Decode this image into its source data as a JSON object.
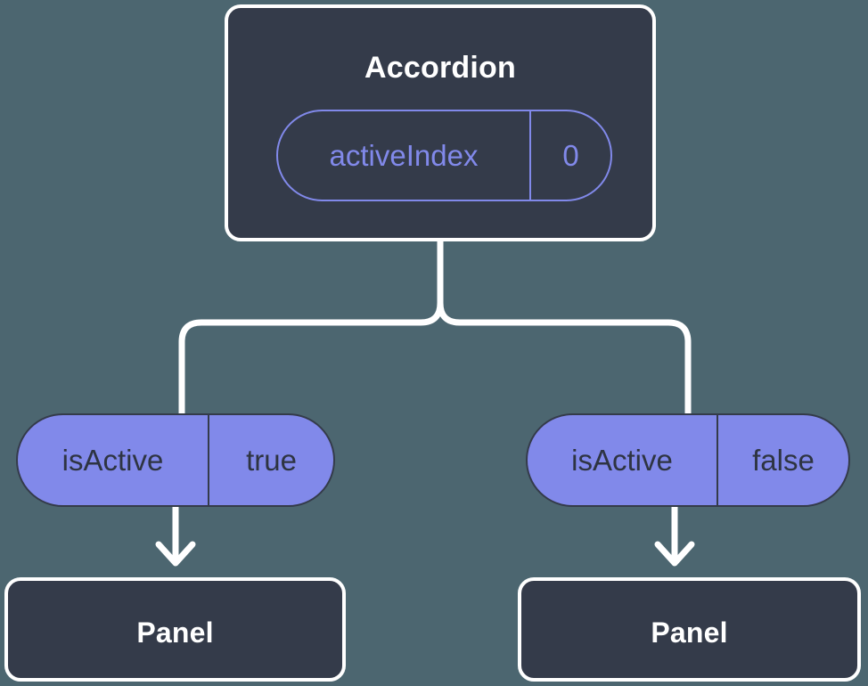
{
  "diagram": {
    "type": "component-state-flow",
    "background_color": "#4c6670",
    "node_fill_color": "#343b4a",
    "node_border_color": "#ffffff",
    "accent_color": "#8189ea",
    "connector_color": "#ffffff"
  },
  "root": {
    "title": "Accordion",
    "state_chip": {
      "key": "activeIndex",
      "value": "0"
    }
  },
  "branches": [
    {
      "id": "left",
      "prop_chip": {
        "key": "isActive",
        "value": "true"
      },
      "panel": {
        "title": "Panel"
      }
    },
    {
      "id": "right",
      "prop_chip": {
        "key": "isActive",
        "value": "false"
      },
      "panel": {
        "title": "Panel"
      }
    }
  ]
}
